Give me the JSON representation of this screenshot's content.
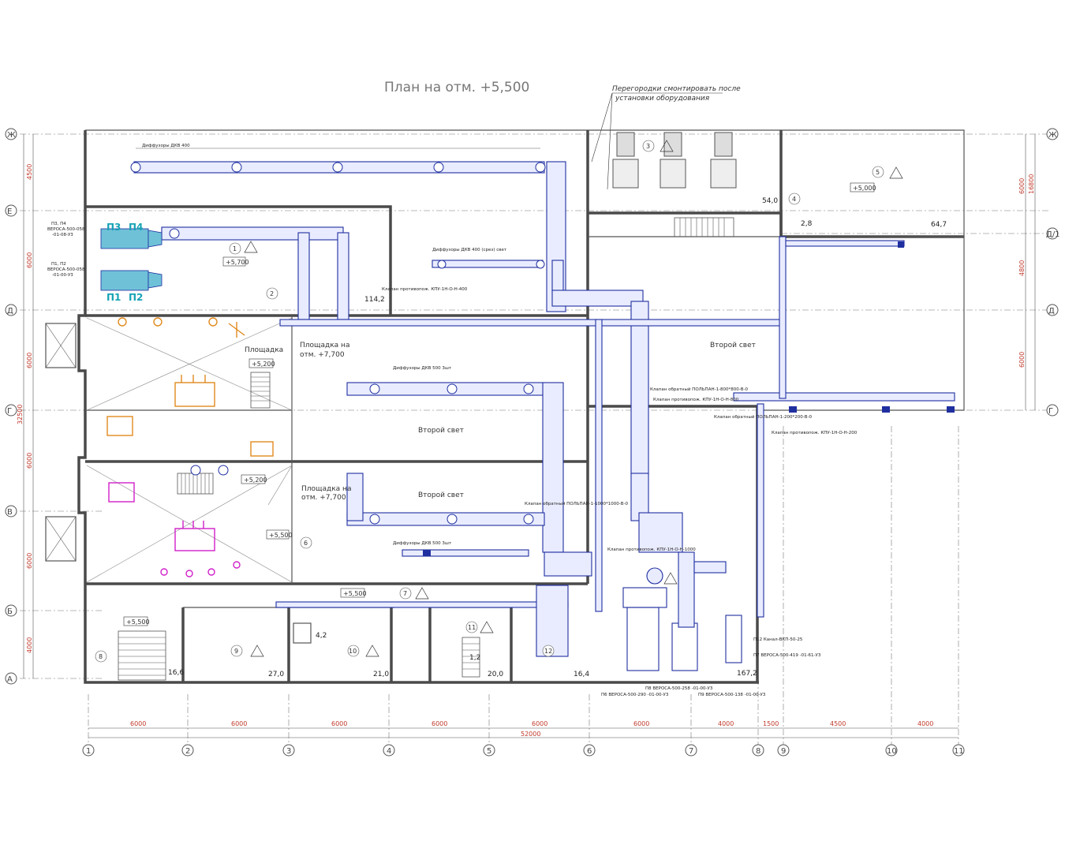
{
  "title": "План на отм. +5,500",
  "note": [
    "Перегородки смонтировать после",
    "установки оборудования"
  ],
  "axes": {
    "letters": [
      "Ж",
      "Е",
      "Д/1",
      "Д",
      "Г",
      "В",
      "Б",
      "А"
    ],
    "numbers": [
      "1",
      "2",
      "3",
      "4",
      "5",
      "6",
      "7",
      "8",
      "9",
      "10",
      "11"
    ]
  },
  "dims_bottom": [
    "6000",
    "6000",
    "6000",
    "6000",
    "6000",
    "6000",
    "4000",
    "1500",
    "4500",
    "4000"
  ],
  "dim_total_bottom": "52000",
  "dims_left": [
    "4500",
    "6000",
    "6000",
    "6000",
    "6000",
    "4000"
  ],
  "dim_total_left": "32500",
  "dims_right": [
    "6000",
    "4800",
    "6000"
  ],
  "dim_total_right": "16800",
  "units": {
    "p_top": [
      "П3",
      "П4"
    ],
    "p_bottom": [
      "П1",
      "П2"
    ],
    "p_top_label": "П3, П4",
    "p_top_spec": "ВЕРОСА-500-058",
    "p_top_spec2": "-01-08-У3",
    "p_bottom_label": "П1, П2",
    "p_bottom_spec": "ВЕРОСА-500-058",
    "p_bottom_spec2": "-01-00-У3"
  },
  "elevations": [
    "+5,700",
    "+5,200",
    "+5,200",
    "+5,500",
    "+5,500",
    "+5,500",
    "+5,000"
  ],
  "room_labels": [
    "Второй свет",
    "Второй свет",
    "Второй свет",
    "Площадка",
    "Площадка на",
    "отм. +7,700",
    "Площадка на",
    "отм. +7,700"
  ],
  "areas": [
    "114,2",
    "54,0",
    "64,7",
    "2,8",
    "16,6",
    "27,0",
    "4,2",
    "21,0",
    "20,0",
    "16,4",
    "167,2",
    "1,2"
  ],
  "room_numbers": [
    "1",
    "2",
    "3",
    "4",
    "5",
    "6",
    "7",
    "8",
    "9",
    "10",
    "11",
    "12"
  ],
  "duct_notes": [
    "Диффузоры ДКВ 400",
    "Диффузоры ДКВ 400 (срез) свет",
    "Диффузоры ДКВ 500 3шт",
    "Диффузоры ДКВ 500 3шт",
    "Клапан противопож. КПУ-1Н-О-Н-400",
    "Клапан обратный ПОЛЬПАН-1-1000*1000-В-0",
    "Клапан противопож. КПУ-1Н-О-Н-1000",
    "Клапан обратный ПОЛЬПАН-1-800*800-В-0",
    "Клапан противопож. КПУ-1Н-О-Н-800",
    "Клапан обратный ПОЛЬПАН-1-200*200-В-0",
    "Клапан противопож. КПУ-1Н-О-Н-200"
  ],
  "equipment_labels": [
    "П6 ВЕРОСА-500-290 -01-00-У3",
    "П8 ВЕРОСА-500-258 -01-00-У3",
    "П9 ВЕРОСА-500-138 -01-00-У3",
    "П7 ВЕРОСА-500-419 -01-61-У3",
    "П12 Канал-ВКП-50-25"
  ],
  "colors": {
    "duct": "#1f2fa0",
    "wall": "#4a4a4a",
    "dimension": "#c0392b",
    "orange_equipment": "#e08a1e",
    "magenta_equipment": "#d120c9",
    "cyan_units": "#16a3b5"
  }
}
